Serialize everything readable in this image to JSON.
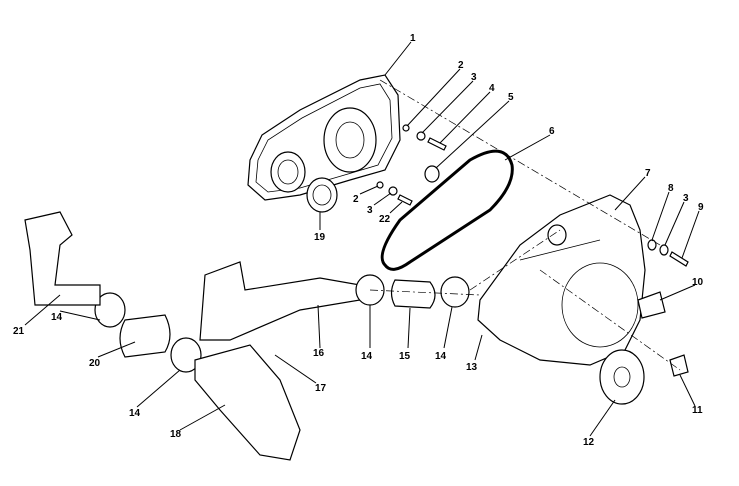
{
  "callouts": [
    {
      "id": "c1",
      "text": "1"
    },
    {
      "id": "c2a",
      "text": "2"
    },
    {
      "id": "c3a",
      "text": "3"
    },
    {
      "id": "c4",
      "text": "4"
    },
    {
      "id": "c5",
      "text": "5"
    },
    {
      "id": "c6",
      "text": "6"
    },
    {
      "id": "c7",
      "text": "7"
    },
    {
      "id": "c8",
      "text": "8"
    },
    {
      "id": "c3b",
      "text": "3"
    },
    {
      "id": "c9",
      "text": "9"
    },
    {
      "id": "c10",
      "text": "10"
    },
    {
      "id": "c11",
      "text": "11"
    },
    {
      "id": "c12",
      "text": "12"
    },
    {
      "id": "c13",
      "text": "13"
    },
    {
      "id": "c14a",
      "text": "14"
    },
    {
      "id": "c15",
      "text": "15"
    },
    {
      "id": "c14b",
      "text": "14"
    },
    {
      "id": "c16",
      "text": "16"
    },
    {
      "id": "c17",
      "text": "17"
    },
    {
      "id": "c18",
      "text": "18"
    },
    {
      "id": "c14c",
      "text": "14"
    },
    {
      "id": "c20",
      "text": "20"
    },
    {
      "id": "c14d",
      "text": "14"
    },
    {
      "id": "c21",
      "text": "21"
    },
    {
      "id": "c19",
      "text": "19"
    },
    {
      "id": "c2b",
      "text": "2"
    },
    {
      "id": "c3c",
      "text": "3"
    },
    {
      "id": "c22",
      "text": "22"
    }
  ]
}
